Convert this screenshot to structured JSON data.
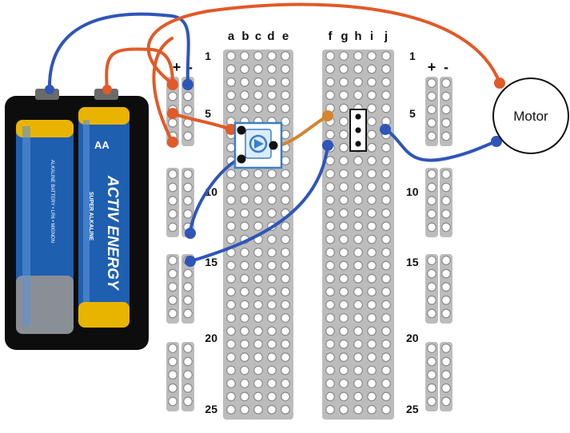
{
  "breadboard": {
    "column_letters": [
      "a",
      "b",
      "c",
      "d",
      "e",
      "f",
      "g",
      "h",
      "i",
      "j"
    ],
    "row_numbers": [
      "1",
      "5",
      "10",
      "15",
      "20",
      "25"
    ],
    "rail_plus": "+",
    "rail_minus": "-"
  },
  "battery": {
    "brand_text": "ACTIV ENERGY",
    "subtitle_text": "SUPER ALKALINE",
    "size_text": "AA",
    "small_print": "ALKALINE BATTERY • LR6 • MIGNON"
  },
  "motor": {
    "label": "Motor"
  },
  "colors": {
    "blue_wire": "#2f55b8",
    "orange_wire": "#e15a28",
    "amber_wire": "#d4852e",
    "board": "#ffffff",
    "hole_strip": "#bcbcbc",
    "battery_blue": "#1e5fb0",
    "battery_gold": "#e8b400"
  }
}
